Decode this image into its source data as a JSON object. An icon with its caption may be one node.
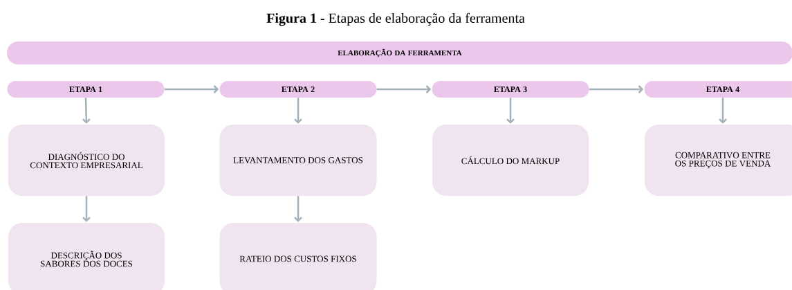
{
  "diagram": {
    "title": "**Figura 1 -** Etapas de elaboração da ferramenta",
    "nodes": [
      {
        "text": [
          "ELABORAÇÃO DA FERRAMENTA"
        ]
      },
      {
        "text": [
          "ETAPA 1"
        ]
      },
      {
        "text": [
          "DIAGNÓSTICO DO CONTEXTO EMPRESARIAL"
        ]
      },
      {
        "text": [
          "DESCRIÇÃO DOS SABORES DOS DOCES"
        ]
      },
      {
        "text": [
          "ETAPA 2"
        ]
      },
      {
        "text": [
          "LEVANTAMENTO DOS GASTOS"
        ]
      },
      {
        "text": [
          "RATEIO DOS CUSTOS FIXOS"
        ]
      },
      {
        "text": [
          "ETAPA 3"
        ]
      },
      {
        "text": [
          "CÁLCULO DO MARKUP"
        ]
      },
      {
        "text": [
          "ETAPA 4"
        ]
      },
      {
        "text": [
          "COMPARATIVO ENTRE OS PREÇOS DE VENDA"
        ]
      }
    ],
    "edges": [
      {
        "from": 1,
        "to": 4,
        "arrow": "to"
      },
      {
        "from": 4,
        "to": 7,
        "arrow": "to"
      },
      {
        "from": 7,
        "to": 9,
        "arrow": "to"
      },
      {
        "from": 1,
        "to": 2,
        "arrow": "to"
      },
      {
        "from": 2,
        "to": 3,
        "arrow": "to"
      },
      {
        "from": 4,
        "to": 5,
        "arrow": "to"
      },
      {
        "from": 5,
        "to": 6,
        "arrow": "to"
      },
      {
        "from": 7,
        "to": 8,
        "arrow": "to"
      },
      {
        "from": 9,
        "to": 10,
        "arrow": "to"
      }
    ]
  }
}
